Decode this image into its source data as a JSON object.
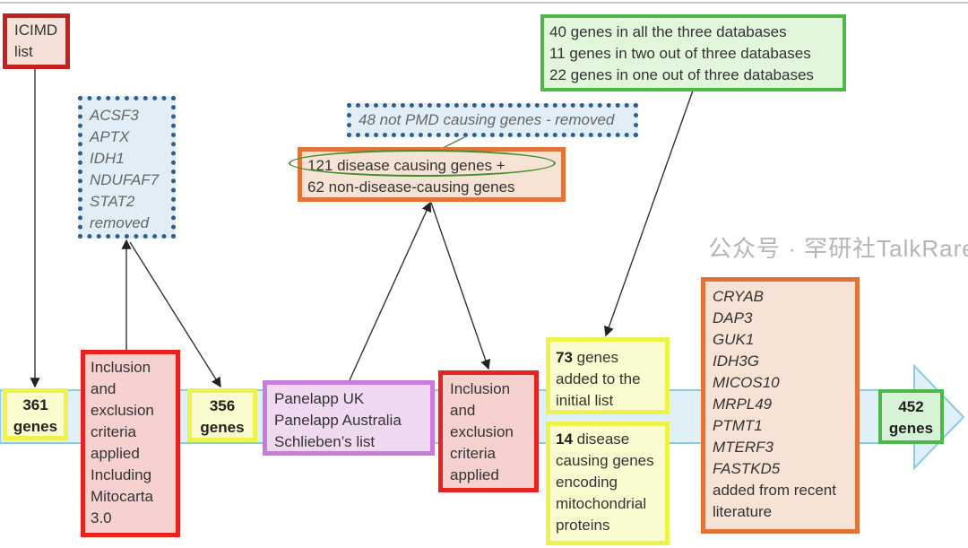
{
  "icimd": [
    "ICIMD",
    "list"
  ],
  "removed_box": [
    "ACSF3",
    "APTX",
    "IDH1",
    "NDUFAF7",
    "STAT2",
    "removed"
  ],
  "not_pmd": "48 not PMD causing genes - removed",
  "disease_box": [
    "121 disease causing  genes +",
    "62 non-disease-causing genes"
  ],
  "databases": [
    "40 genes in all the three databases",
    "11 genes in two out of three databases",
    "22 genes in one out of three databases"
  ],
  "genes_361": [
    "361",
    "genes"
  ],
  "criteria1": [
    "Inclusion",
    "and",
    "exclusion",
    "criteria",
    "applied",
    "Including",
    "Mitocarta",
    "3.0"
  ],
  "genes_356": [
    "356",
    "genes"
  ],
  "panelapp": [
    "Panelapp UK",
    "Panelapp Australia",
    "Schlieben’s list"
  ],
  "criteria2": [
    "Inclusion",
    "and",
    "exclusion",
    "criteria",
    "applied"
  ],
  "added73": {
    "count": "73",
    "text1": " genes",
    "text2": "added to the",
    "text3": "initial list"
  },
  "added14": {
    "count": "14",
    "text1": " disease",
    "text2": "causing genes",
    "text3": "encoding",
    "text4": "mitochondrial",
    "text5": "proteins"
  },
  "literature": [
    "CRYAB",
    "DAP3",
    "GUK1",
    "IDH3G",
    "MICOS10",
    "MRPL49",
    "PTMT1",
    "MTERF3",
    "FASTKD5",
    "added from recent",
    "literature"
  ],
  "genes_452": [
    "452",
    "genes"
  ],
  "watermark": "公众号 · 罕研社TalkRare",
  "colors": {
    "band": "#dff0f8",
    "band_border": "#8ccbe0"
  }
}
